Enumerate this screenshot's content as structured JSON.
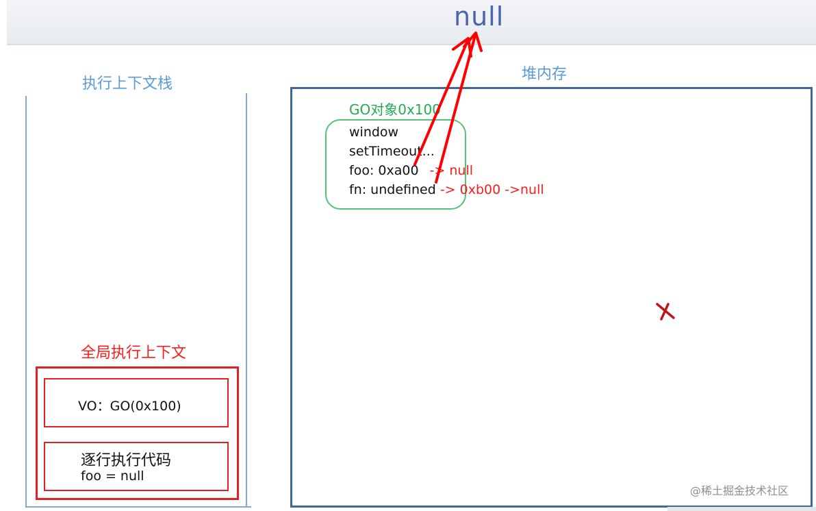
{
  "top": {
    "null_text": "null"
  },
  "stack": {
    "title": "执行上下文栈",
    "gec_title": "全局执行上下文",
    "vo_text": "VO：GO(0x100)",
    "code_title": "逐行执行代码",
    "code_line": "foo = null"
  },
  "heap": {
    "title": "堆内存",
    "go_title": "GO对象0x100",
    "lines": {
      "window": "window",
      "settimeout": "setTimeout...",
      "foo_prefix": "foo: 0xa00",
      "foo_change": "-> null",
      "fn_prefix": "fn: undefined",
      "fn_change": "-> 0xb00 ->null"
    },
    "cross_icon": "x-mark-icon"
  },
  "watermark": "@稀土掘金技术社区",
  "colors": {
    "stack_blue": "#5b9bd5",
    "heap_border": "#3f6896",
    "context_red": "#e81e25",
    "go_green": "#22aa55",
    "arrow_red": "#ff0000",
    "cross_darkred": "#c0141c"
  }
}
